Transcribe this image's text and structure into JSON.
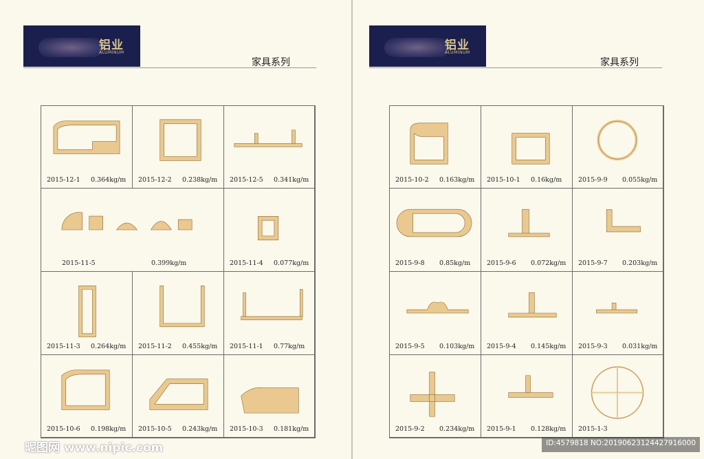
{
  "left_page": {
    "banner": {
      "brand": "铝业",
      "sub": "ALUMINUM"
    },
    "series_title": "家具系列",
    "cells": [
      {
        "code": "2015-12-1",
        "weight": "0.364kg/m"
      },
      {
        "code": "2015-12-2",
        "weight": "0.238kg/m"
      },
      {
        "code": "2015-12-5",
        "weight": "0.341kg/m"
      },
      {
        "code": "2015-11-5",
        "weight": "0.399kg/m"
      },
      {
        "code": "2015-11-4",
        "weight": "0.077kg/m"
      },
      {
        "code": "2015-11-3",
        "weight": "0.264kg/m"
      },
      {
        "code": "2015-11-2",
        "weight": "0.455kg/m"
      },
      {
        "code": "2015-11-1",
        "weight": "0.77kg/m"
      },
      {
        "code": "2015-10-6",
        "weight": "0.198kg/m"
      },
      {
        "code": "2015-10-5",
        "weight": "0.243kg/m"
      },
      {
        "code": "2015-10-3",
        "weight": "0.181kg/m"
      }
    ]
  },
  "right_page": {
    "banner": {
      "brand": "铝业",
      "sub": "ALUMINUM"
    },
    "series_title": "家具系列",
    "cells": [
      {
        "code": "2015-10-2",
        "weight": "0.163kg/m"
      },
      {
        "code": "2015-10-1",
        "weight": "0.16kg/m"
      },
      {
        "code": "2015-9-9",
        "weight": "0.055kg/m"
      },
      {
        "code": "2015-9-8",
        "weight": "0.85kg/m"
      },
      {
        "code": "2015-9-6",
        "weight": "0.072kg/m"
      },
      {
        "code": "2015-9-7",
        "weight": "0.203kg/m"
      },
      {
        "code": "2015-9-5",
        "weight": "0.103kg/m"
      },
      {
        "code": "2015-9-4",
        "weight": "0.145kg/m"
      },
      {
        "code": "2015-9-3",
        "weight": "0.031kg/m"
      },
      {
        "code": "2015-9-2",
        "weight": "0.234kg/m"
      },
      {
        "code": "2015-9-1",
        "weight": "0.128kg/m"
      },
      {
        "code": "2015-1-3",
        "weight": ""
      }
    ]
  },
  "watermark": {
    "site": "昵图网 www.nipic.com",
    "id_text": "ID:4579818 NO:20190623124427916000"
  },
  "colors": {
    "banner": "#1b1f4d",
    "profile": "#e9c98f",
    "profile_stroke": "#8a6a34",
    "paper": "#fbf8ec"
  }
}
